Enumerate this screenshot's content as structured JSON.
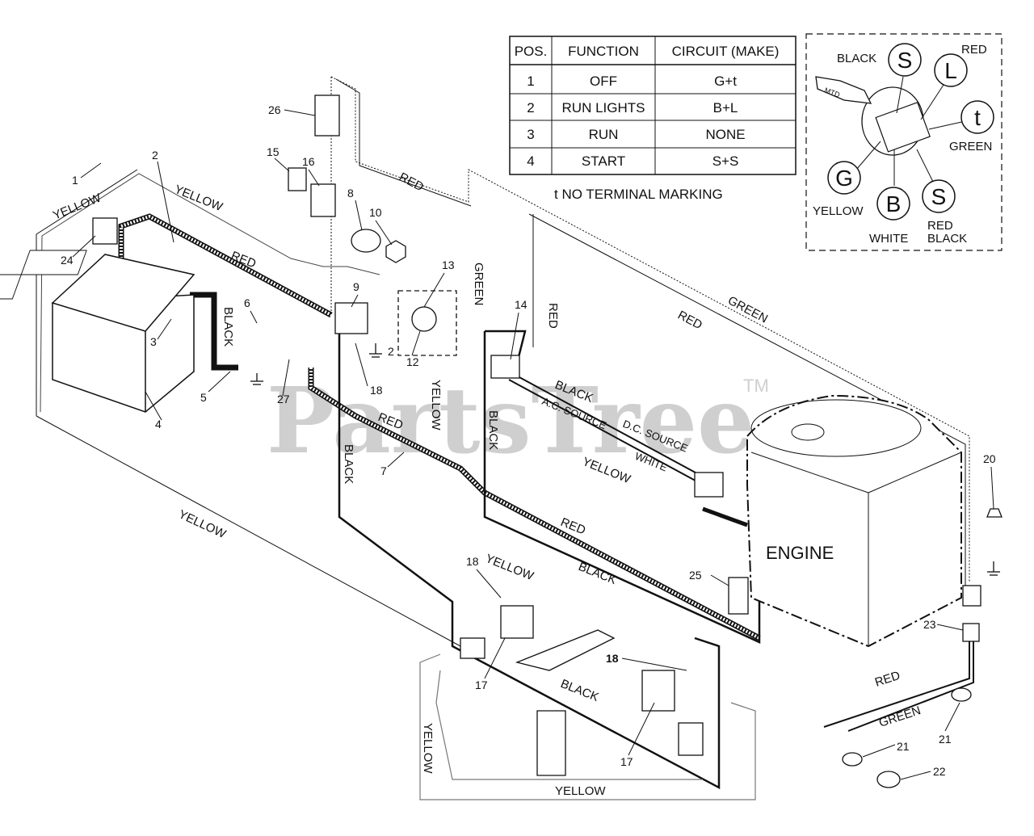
{
  "watermark": {
    "text": "PartsTree",
    "tm": "TM"
  },
  "table": {
    "headers": [
      "POS.",
      "FUNCTION",
      "CIRCUIT  (MAKE)"
    ],
    "rows": [
      [
        "1",
        "OFF",
        "G+t"
      ],
      [
        "2",
        "RUN LIGHTS",
        "B+L"
      ],
      [
        "3",
        "RUN",
        "NONE"
      ],
      [
        "4",
        "START",
        "S+S"
      ]
    ],
    "note": "t  NO TERMINAL MARKING"
  },
  "switch_inset": {
    "letters": {
      "s_top": "S",
      "l": "L",
      "t": "t",
      "g": "G",
      "b": "B",
      "s_bottom": "S"
    },
    "labels": {
      "black": "BLACK",
      "red": "RED",
      "green": "GREEN",
      "yellow": "YELLOW",
      "white": "WHITE",
      "red_black_1": "RED",
      "red_black_2": "BLACK"
    },
    "key_text": "MTD"
  },
  "engine_label": "ENGINE",
  "wire_labels": {
    "yellow_1": "YELLOW",
    "yellow_2": "YELLOW",
    "yellow_3": "YELLOW",
    "yellow_4": "YELLOW",
    "yellow_5": "YELLOW",
    "yellow_6": "YELLOW",
    "yellow_7": "YELLOW",
    "yellow_8": "YELLOW",
    "red_1": "RED",
    "red_2": "RED",
    "red_3": "RED",
    "red_4": "RED",
    "red_5": "RED",
    "red_6": "RED",
    "red_7": "RED",
    "green_1": "GREEN",
    "green_2": "GREEN",
    "green_3": "GREEN",
    "black_1": "BLACK",
    "black_2": "BLACK",
    "black_3": "BLACK",
    "black_4": "BLACK",
    "black_5": "BLACK",
    "black_6": "BLACK",
    "ac_source": "A.C. SOURCE",
    "dc_source": "D.C. SOURCE",
    "white": "WHITE"
  },
  "callouts": {
    "n1": "1",
    "n2a": "2",
    "n2b": "2",
    "n3": "3",
    "n4": "4",
    "n5": "5",
    "n6": "6",
    "n7": "7",
    "n8": "8",
    "n9": "9",
    "n10": "10",
    "n12": "12",
    "n13": "13",
    "n14": "14",
    "n15": "15",
    "n16": "16",
    "n17a": "17",
    "n17b": "17",
    "n18a": "18",
    "n18b": "18",
    "n18c": "18",
    "n20": "20",
    "n21a": "21",
    "n21b": "21",
    "n22": "22",
    "n23": "23",
    "n24": "24",
    "n25": "25",
    "n26": "26",
    "n27": "27"
  }
}
